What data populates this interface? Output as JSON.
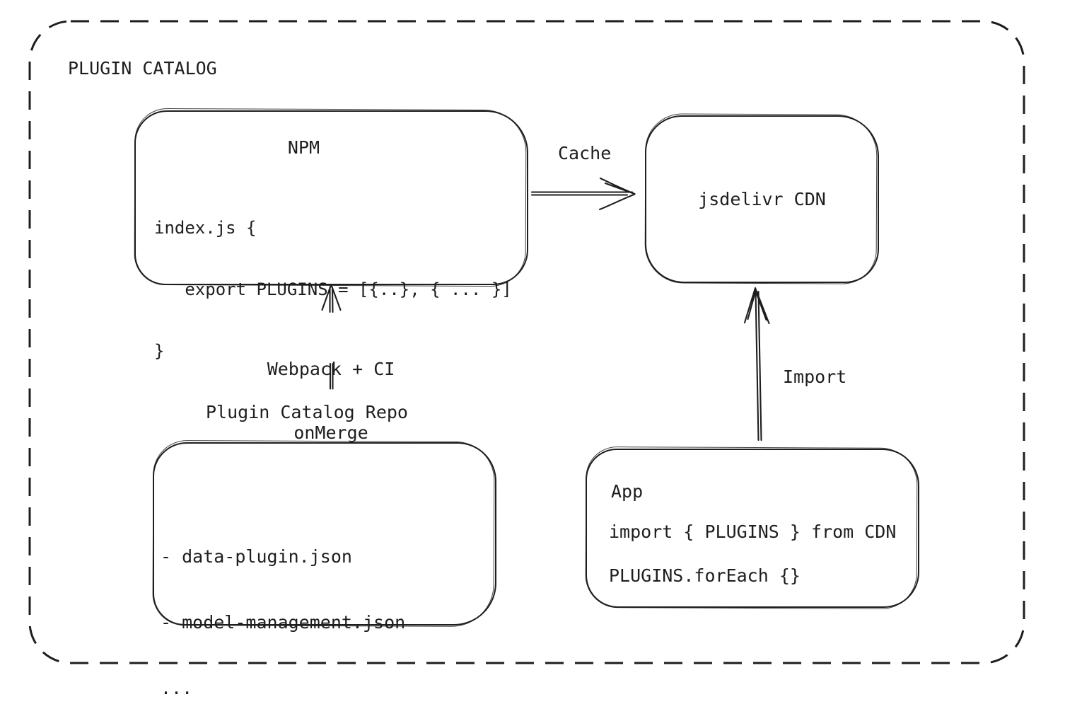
{
  "title": "PLUGIN CATALOG",
  "npm": {
    "title": "NPM",
    "code": {
      "line1": "index.js {",
      "line2": "   export PLUGINS = [{..}, { ... }]",
      "line3": "}"
    }
  },
  "cdn": {
    "label": "jsdelivr CDN"
  },
  "repo": {
    "label": "Plugin Catalog Repo",
    "items": {
      "item1": "- data-plugin.json",
      "item2": "- model-management.json",
      "item3": "..."
    }
  },
  "app": {
    "title": "App",
    "code": {
      "line1": "import { PLUGINS } from CDN",
      "line2": "PLUGINS.forEach {}"
    }
  },
  "edges": {
    "cache_label": "Cache",
    "webpack_label_line1": "Webpack + CI",
    "webpack_label_line2": "onMerge",
    "import_label": "Import"
  },
  "colors": {
    "stroke": "#1e1e1e",
    "background": "#ffffff"
  }
}
